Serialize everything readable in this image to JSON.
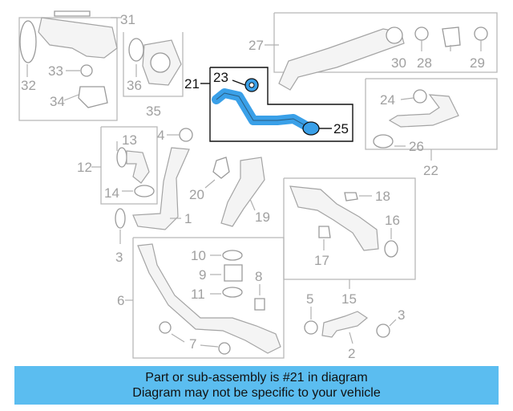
{
  "callouts": {
    "n1": "1",
    "n2": "2",
    "n3a": "3",
    "n3b": "3",
    "n4": "4",
    "n5": "5",
    "n6": "6",
    "n7": "7",
    "n8": "8",
    "n9": "9",
    "n10": "10",
    "n11": "11",
    "n12": "12",
    "n13": "13",
    "n14": "14",
    "n15": "15",
    "n16": "16",
    "n17": "17",
    "n18": "18",
    "n19": "19",
    "n20": "20",
    "n21": "21",
    "n22": "22",
    "n23": "23",
    "n24": "24",
    "n25": "25",
    "n26": "26",
    "n27": "27",
    "n28": "28",
    "n29": "29",
    "n30": "30",
    "n31": "31",
    "n32": "32",
    "n33": "33",
    "n34": "34",
    "n35": "35",
    "n36": "36"
  },
  "highlight": {
    "part_number": "21",
    "color": "#3aa0e8"
  },
  "banner": {
    "line1": "Part or sub-assembly is #21 in diagram",
    "line2": "Diagram may not be specific to your vehicle",
    "background": "#5bbdf0"
  }
}
